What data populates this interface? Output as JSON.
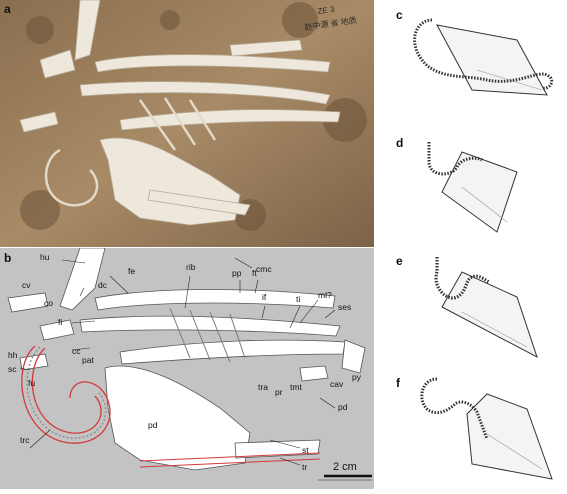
{
  "panels": {
    "a": "a",
    "b": "b",
    "c": "c",
    "d": "d",
    "e": "e",
    "f": "f"
  },
  "specimen_label_lines": [
    "ZE 3",
    "赵中源 省 地质"
  ],
  "annotations": {
    "hu": "hu",
    "cmc": "cmc",
    "fe": "fe",
    "rib": "rib",
    "pp": "pp",
    "ft": "ft",
    "dc": "dc",
    "cv": "cv",
    "co": "co",
    "if": "if",
    "ti": "ti",
    "ml": "ml?",
    "fi": "fi",
    "ses": "ses",
    "hh": "hh",
    "cc": "cc",
    "sc": "sc",
    "pat": "pat",
    "py": "py",
    "cav": "cav",
    "tra": "tra",
    "pr": "pr",
    "tmt": "tmt",
    "pd": "pd",
    "fu": "fu",
    "pd2": "pd",
    "trc": "trc",
    "st": "st",
    "tr": "tr"
  },
  "scale_bar": "2 cm",
  "colors": {
    "photo_bg": "#9a8060",
    "bone": "#f2ede4",
    "drawing_bg": "#c3c3c3",
    "trachea_red": "#d23a3a"
  }
}
